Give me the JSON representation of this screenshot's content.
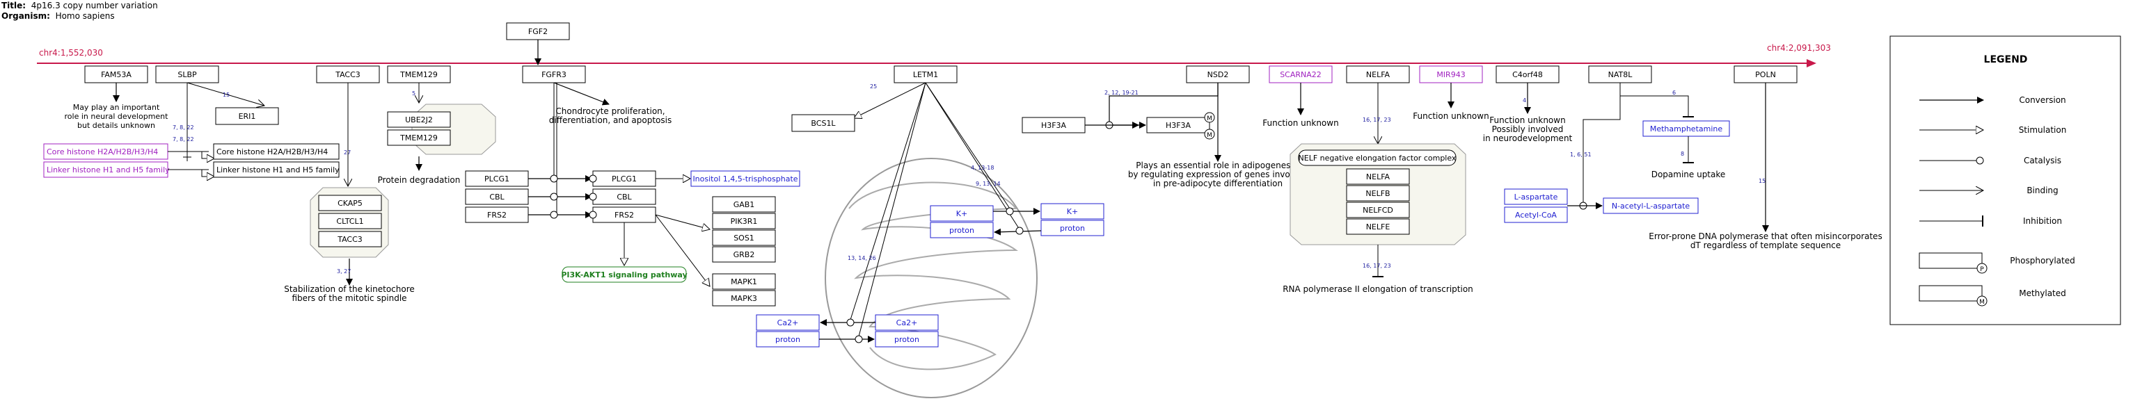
{
  "header": {
    "title_label": "Title:",
    "title": "4p16.3 copy number variation",
    "organism_label": "Organism:",
    "organism": "Homo sapiens"
  },
  "chromosome": {
    "start": "chr4:1,552,030",
    "end": "chr4:2,091,303",
    "color": "#c8184a"
  },
  "genes": {
    "fam53a": "FAM53A",
    "slbp": "SLBP",
    "tacc3": "TACC3",
    "tmem129": "TMEM129",
    "fgfr3": "FGFR3",
    "fgf2": "FGF2",
    "letm1": "LETM1",
    "nsd2": "NSD2",
    "scarna22": "SCARNA22",
    "nelfa": "NELFA",
    "mir943": "MIR943",
    "c4orf48": "C4orf48",
    "nat8l": "NAT8L",
    "poln": "POLN",
    "eri1": "ERI1",
    "ube2j2": "UBE2J2",
    "tmem129_c": "TMEM129",
    "ckap5": "CKAP5",
    "cltcl1": "CLTCL1",
    "tacc3_c": "TACC3",
    "plcg1_a": "PLCG1",
    "cbl_a": "CBL",
    "frs2_a": "FRS2",
    "plcg1_b": "PLCG1",
    "cbl_b": "CBL",
    "frs2_b": "FRS2",
    "gab1": "GAB1",
    "pik3r1": "PIK3R1",
    "sos1": "SOS1",
    "grb2": "GRB2",
    "mapk1": "MAPK1",
    "mapk3": "MAPK3",
    "bcs1l": "BCS1L",
    "h3f3a_a": "H3F3A",
    "h3f3a_b": "H3F3A",
    "core_histone_black": "Core histone H2A/H2B/H3/H4",
    "linker_histone_black": "Linker histone H1 and H5 family",
    "nelf_complex": "NELF negative elongation factor complex",
    "nelfa_c": "NELFA",
    "nelfb": "NELFB",
    "nelfcd": "NELFCD",
    "nelfe": "NELFE"
  },
  "metabolites": {
    "core_histone_purple": "Core histone H2A/H2B/H3/H4",
    "linker_histone_purple": "Linker histone H1 and H5 family",
    "ip3": "Inositol 1,4,5-trisphosphate",
    "k_left": "K+",
    "proton_k_left": "proton",
    "k_right": "K+",
    "proton_k_right": "proton",
    "ca_left": "Ca2+",
    "proton_ca_left": "proton",
    "ca_right": "Ca2+",
    "proton_ca_right": "proton",
    "methamphetamine": "Methamphetamine",
    "l_aspartate": "L-aspartate",
    "acetyl_coa": "Acetyl-CoA",
    "n_acetyl_l_aspartate": "N-acetyl-L-aspartate"
  },
  "pathway": {
    "pi3k_akt": "PI3K-AKT1 signaling pathway"
  },
  "notes": {
    "fam53a_1": "May play an important",
    "fam53a_2": "role in neural development",
    "fam53a_3": "but details unknown",
    "tmem_deg": "Protein degradation",
    "kt_1": "Stabilization of the kinetochore",
    "kt_2": "fibers of the mitotic spindle",
    "fgfr3_1": "Chondrocyte proliferation,",
    "fgfr3_2": "differentiation, and apoptosis",
    "nsd2_1": "Plays an essential role in adipogenesis,",
    "nsd2_2": "by regulating expression of genes involved",
    "nsd2_3": "in pre-adipocyte differentiation",
    "scarna_fn": "Function unknown",
    "mir_fn": "Function unknown",
    "c4_1": "Function unknown",
    "c4_2": "Possibly involved",
    "c4_3": "in neurodevelopment",
    "rna_pol": "RNA polymerase II elongation of transcription",
    "dopamine": "Dopamine uptake",
    "poln_1": "Error-prone DNA polymerase that often misincorporates",
    "poln_2": "dT regardless of template sequence"
  },
  "refs": {
    "r15": "15",
    "r7822": "7, 8, 22",
    "r781": "7, 8, 22",
    "r27": "27",
    "r5": "5",
    "r3": "3, 27",
    "r25": "25",
    "r2121921": "2, 12, 19-21",
    "r41318": "4, 13-18",
    "r91314": "9, 13, 14",
    "r131426": "13, 14, 26",
    "r1617": "16, 17, 23",
    "r1617b": "16, 17, 23",
    "r4": "4",
    "r6": "6",
    "r8": "8",
    "r1651": "1, 6, 51",
    "r15b": "15"
  },
  "legend": {
    "title": "LEGEND",
    "conversion": "Conversion",
    "stimulation": "Stimulation",
    "catalysis": "Catalysis",
    "binding": "Binding",
    "inhibition": "Inhibition",
    "phosphorylated": "Phosphorylated",
    "methylated": "Methylated",
    "p": "P",
    "m": "M"
  },
  "colors": {
    "gene_purple": "#a020c0",
    "metabolite_blue": "#2020d0",
    "pathway_green": "#208020",
    "ref_blue": "#2020a0"
  }
}
